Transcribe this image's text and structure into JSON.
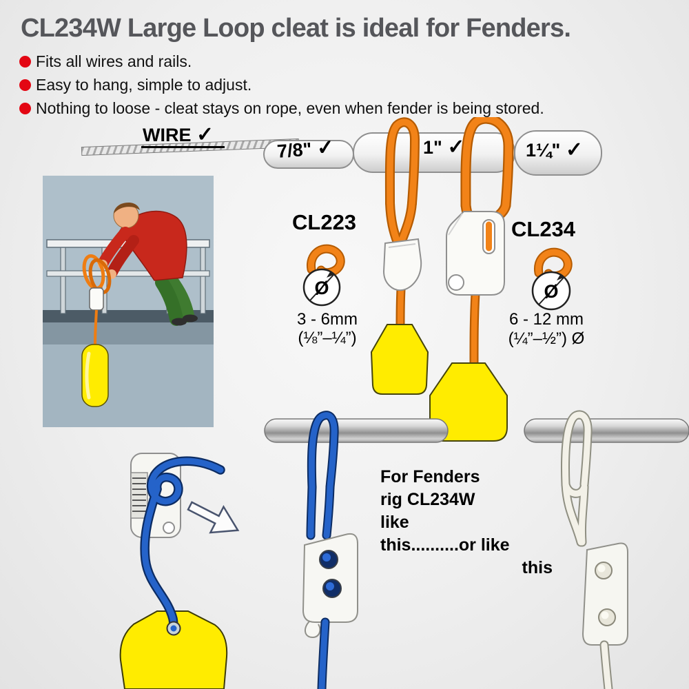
{
  "title": "CL234W Large Loop cleat is ideal for Fenders.",
  "bullets": {
    "b1": "Fits all wires and rails.",
    "b2": "Easy to hang, simple to adjust.",
    "b3": "Nothing to loose - cleat stays on rope, even when fender is being stored."
  },
  "labels": {
    "wire": "WIRE",
    "check": "✓",
    "size1": "7/8\"",
    "size2": "1\"",
    "size3": "1¼\"",
    "cl223": "CL223",
    "cl234": "CL234",
    "diameter": "Ø",
    "cl223_mm": "3 - 6mm",
    "cl223_in": "(⅛”–¼”)",
    "cl234_mm": "6 - 12 mm",
    "cl234_in": "(¼”–½”) Ø"
  },
  "note": {
    "line1": "For Fenders",
    "line2": "rig CL234W",
    "line3": "like",
    "line4": "this..........or like",
    "line5": "this"
  },
  "colors": {
    "title_gray": "#55565a",
    "bullet_red": "#e30613",
    "rope_orange": "#f28318",
    "fender_yellow": "#ffec00",
    "rope_blue": "#2563c9",
    "photo_background": "#aebfca"
  }
}
